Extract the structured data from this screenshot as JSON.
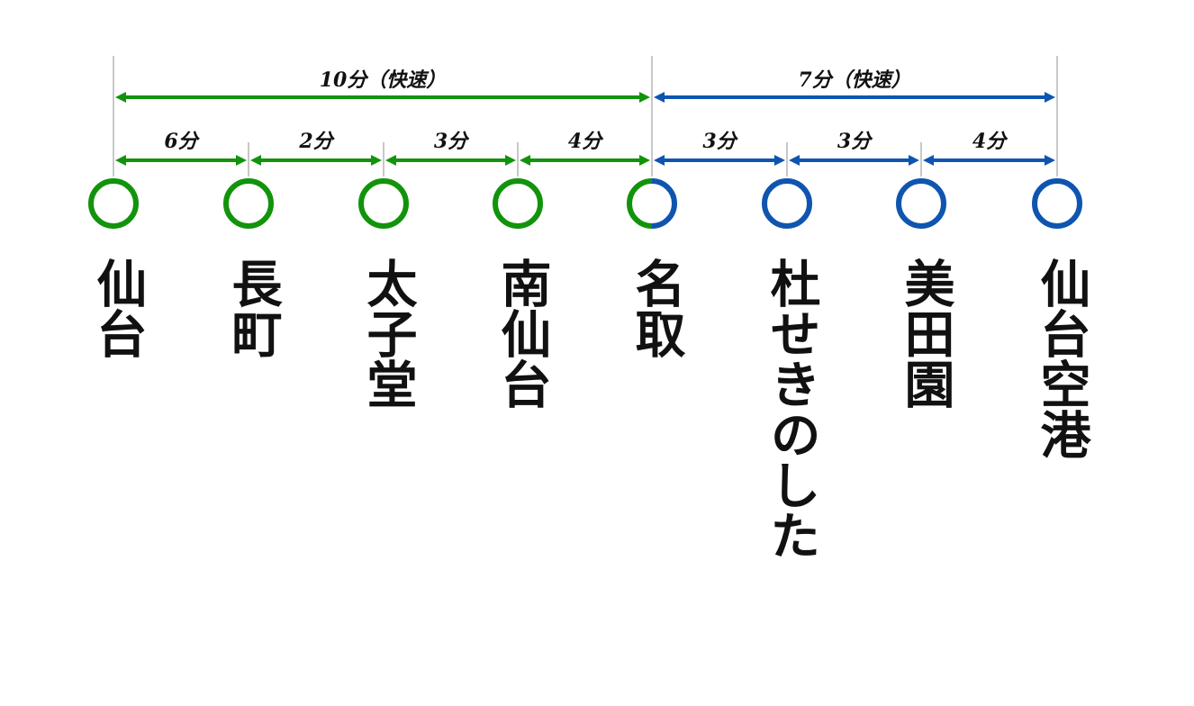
{
  "colors": {
    "green": "#12930c",
    "blue": "#0f55b0",
    "tick": "#b5b5b5"
  },
  "rapid": [
    {
      "label": "10分（快速）",
      "from": 0,
      "to": 4,
      "line": "green"
    },
    {
      "label": "7分（快速）",
      "from": 4,
      "to": 7,
      "line": "blue"
    }
  ],
  "segments": [
    {
      "label": "6分",
      "line": "green"
    },
    {
      "label": "2分",
      "line": "green"
    },
    {
      "label": "3分",
      "line": "green"
    },
    {
      "label": "4分",
      "line": "green"
    },
    {
      "label": "3分",
      "line": "blue"
    },
    {
      "label": "3分",
      "line": "blue"
    },
    {
      "label": "4分",
      "line": "blue"
    }
  ],
  "stations": [
    {
      "name": "仙台",
      "line": "green"
    },
    {
      "name": "長町",
      "line": "green"
    },
    {
      "name": "太子堂",
      "line": "green"
    },
    {
      "name": "南仙台",
      "line": "green"
    },
    {
      "name": "名取",
      "line": "junction"
    },
    {
      "name": "杜せきのした",
      "line": "blue"
    },
    {
      "name": "美田園",
      "line": "blue"
    },
    {
      "name": "仙台空港",
      "line": "blue"
    }
  ]
}
